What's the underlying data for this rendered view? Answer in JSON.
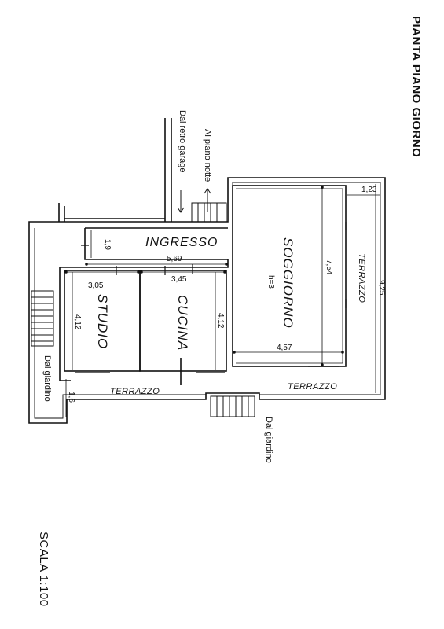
{
  "title": "PIANTA PIANO GIORNO",
  "scale": "SCALA 1:100",
  "rooms": {
    "ingresso": "INGRESSO",
    "soggiorno": "SOGGIORNO",
    "soggiorno_height": "h=3",
    "studio": "STUDIO",
    "cucina": "CUCINA",
    "terrazzo_side": "TERRAZZO",
    "terrazzo_bottom_left": "TERRAZZO",
    "terrazzo_bottom_right": "TERRAZZO"
  },
  "dimensions": {
    "ingresso_width": "1,9",
    "ingresso_length": "5,69",
    "studio_width": "3,05",
    "studio_length": "4,12",
    "cucina_width": "3,45",
    "cucina_length": "4,12",
    "soggiorno_width": "7,54",
    "soggiorno_length": "4,57",
    "terrace_top": "1,23",
    "terrace_total": "9,25",
    "terrace_bottom": "1,6"
  },
  "notes": {
    "dal_retro_garage": "Dal retro garage",
    "al_piano_notte": "Al piano notte",
    "dal_giardino_left": "Dal giardino",
    "dal_giardino_bottom": "Dal giardino"
  }
}
